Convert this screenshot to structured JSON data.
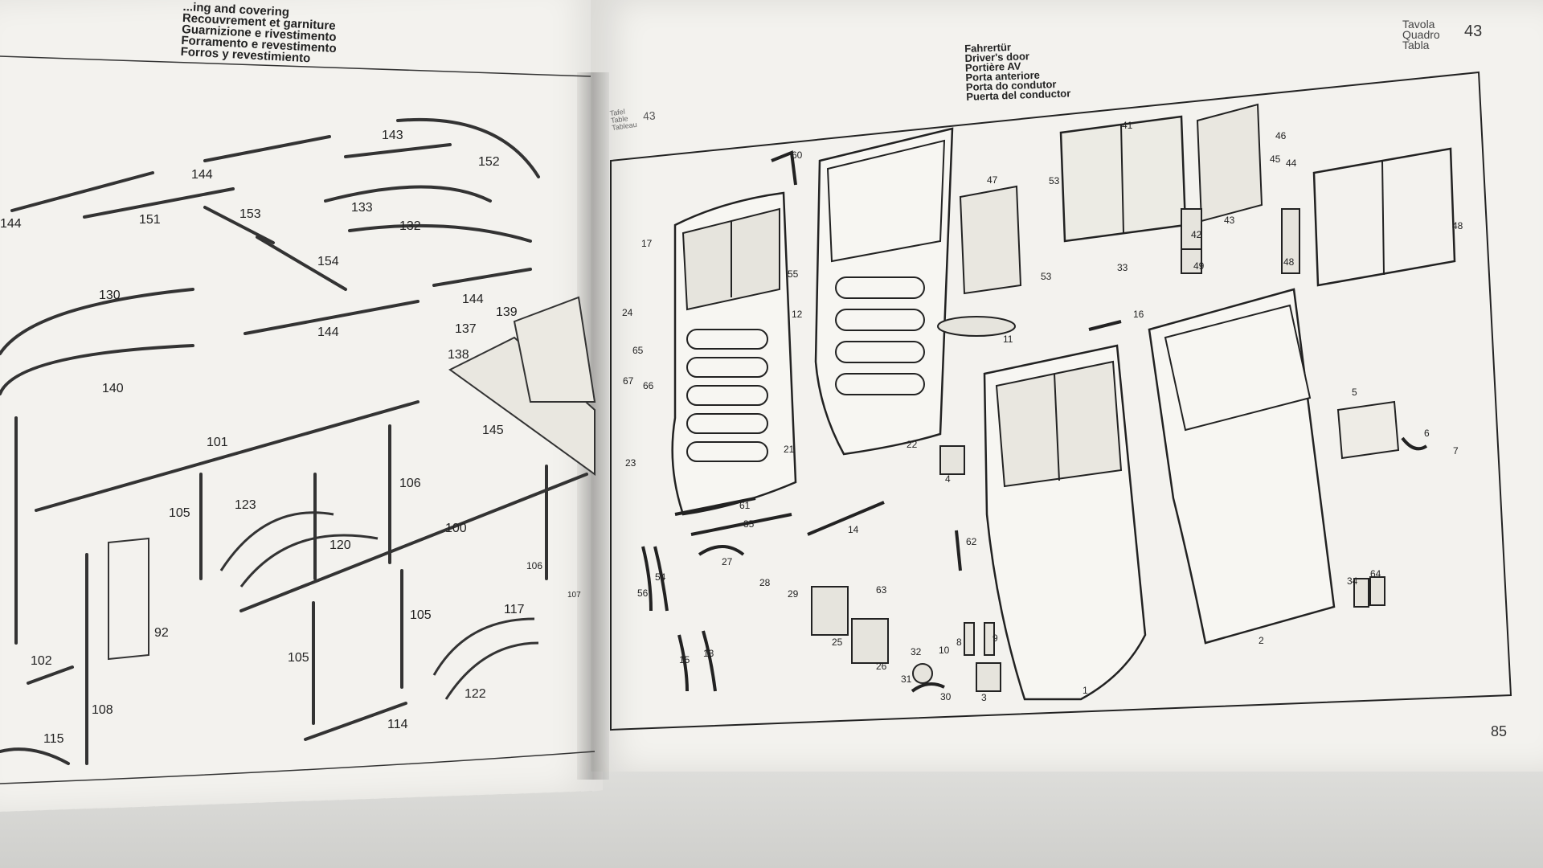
{
  "left_page": {
    "header_lines": [
      "...ing and covering",
      "Recouvrement et garniture",
      "Guarnizione e rivestimento",
      "Forramento e revestimento",
      "Forros y revestimiento"
    ],
    "part_numbers": [
      "144",
      "143",
      "152",
      "144",
      "151",
      "153",
      "133",
      "132",
      "154",
      "130",
      "144",
      "144",
      "139",
      "137",
      "138",
      "140",
      "101",
      "145",
      "106",
      "105",
      "123",
      "120",
      "100",
      "92",
      "102",
      "108",
      "105",
      "105",
      "117",
      "122",
      "115",
      "114",
      "106",
      "107"
    ]
  },
  "right_page": {
    "header_lines": [
      "Fahrertür",
      "Driver's door",
      "Portière AV",
      "Porta anteriore",
      "Porta do condutor",
      "Puerta del conductor"
    ],
    "tavola_lines": [
      "Tavola",
      "Quadro",
      "Tabla"
    ],
    "plate_number": "43",
    "inset_lines": [
      "Tafel",
      "Table",
      "Tableau"
    ],
    "inset_number": "43",
    "page_number": "85",
    "part_numbers": [
      "60",
      "17",
      "24",
      "65",
      "67",
      "66",
      "23",
      "55",
      "12",
      "21",
      "22",
      "61",
      "35",
      "27",
      "56",
      "54",
      "28",
      "29",
      "15",
      "13",
      "47",
      "53",
      "41",
      "46",
      "45",
      "44",
      "43",
      "42",
      "53",
      "33",
      "49",
      "48",
      "48",
      "11",
      "16",
      "14",
      "4",
      "62",
      "25",
      "63",
      "26",
      "32",
      "31",
      "30",
      "10",
      "8",
      "9",
      "3",
      "1",
      "2",
      "5",
      "6",
      "7",
      "34",
      "64"
    ]
  }
}
